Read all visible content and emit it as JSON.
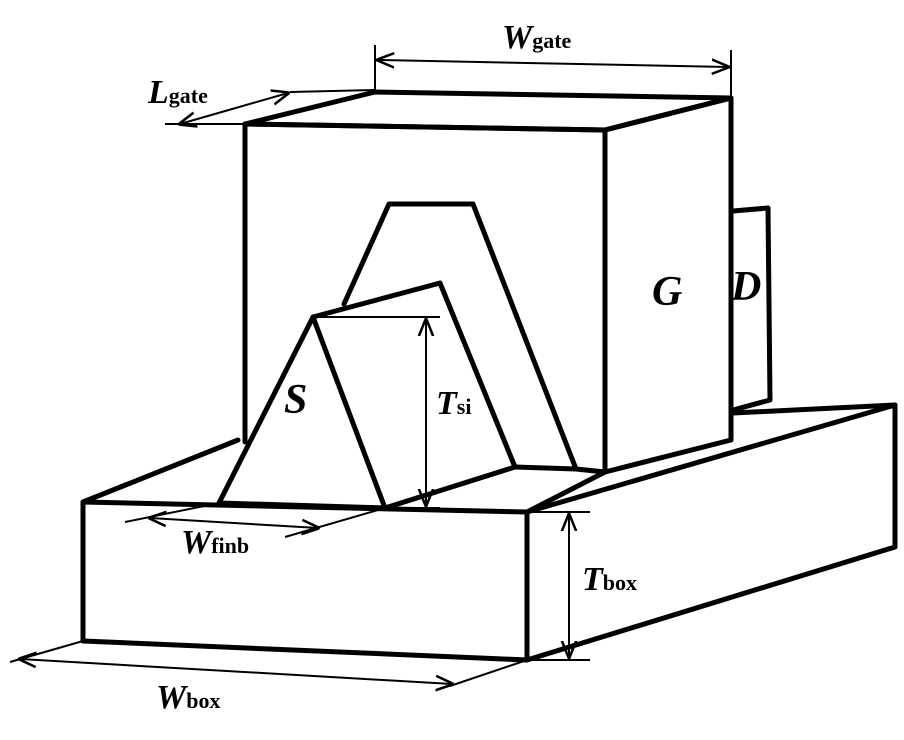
{
  "labels": {
    "w_gate_main": "W",
    "w_gate_sub": "gate",
    "l_gate_main": "L",
    "l_gate_sub": "gate",
    "gate": "G",
    "drain": "D",
    "source": "S",
    "t_si_main": "T",
    "t_si_sub": "si",
    "w_finb_main": "W",
    "w_finb_sub": "finb",
    "t_box_main": "T",
    "t_box_sub": "box",
    "w_box_main": "W",
    "w_box_sub": "box"
  },
  "colors": {
    "stroke": "#000000",
    "background": "#ffffff"
  }
}
